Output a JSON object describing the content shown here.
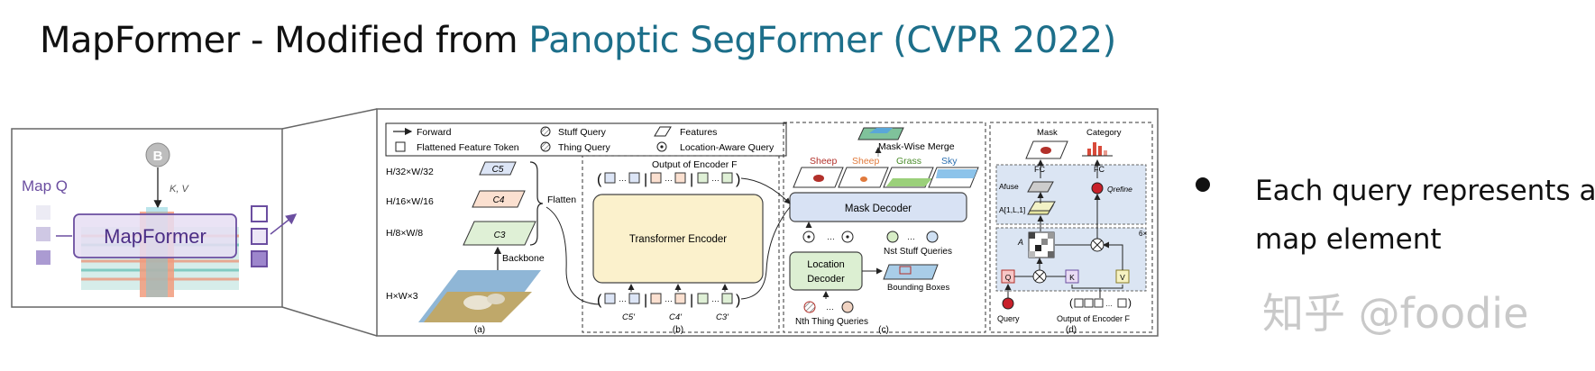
{
  "title": {
    "prefix": "MapFormer - Modified from ",
    "highlight": "Panoptic SegFormer (CVPR 2022)"
  },
  "left_panel": {
    "b_node": "B",
    "kv_label": "K, V",
    "map_q_label": "Map Q",
    "block_label": "MapFormer"
  },
  "panel_a": {
    "legend": {
      "forward": "Forward",
      "flattened": "Flattened Feature Token",
      "stuff_query": "Stuff Query",
      "thing_query": "Thing Query",
      "features": "Features",
      "location_aware": "Location-Aware Query"
    },
    "levels": [
      "H/32×W/32",
      "H/16×W/16",
      "H/8×W/8"
    ],
    "c_labels": [
      "C5",
      "C4",
      "C3"
    ],
    "input_label": "H×W×3",
    "backbone_label": "Backbone",
    "flatten_label": "Flatten",
    "caption": "(a)"
  },
  "panel_b": {
    "top_label": "Output of Encoder F",
    "encoder_label": "Transformer Encoder",
    "bottom_labels": [
      "C5'",
      "C4'",
      "C3'"
    ],
    "caption": "(b)"
  },
  "panel_c": {
    "merge_label": "Mask-Wise Merge",
    "classes": [
      "Sheep",
      "Sheep",
      "Grass",
      "Sky"
    ],
    "mask_decoder": "Mask Decoder",
    "location_decoder_1": "Location",
    "location_decoder_2": "Decoder",
    "stuff_queries": "Nst Stuff Queries",
    "thing_queries": "Nth Thing Queries",
    "bounding_boxes": "Bounding Boxes",
    "caption": "(c)"
  },
  "panel_d": {
    "mask_label": "Mask",
    "category_label": "Category",
    "fc_1": "FC",
    "fc_2": "FC",
    "a_fuse": "Afuse",
    "a_stack": "A[1,L,1]",
    "a_label": "A",
    "q_refine": "Qrefine",
    "q_box": "Q",
    "k_box": "K",
    "v_box": "V",
    "repeat": "6×",
    "query_label": "Query",
    "encoder_out": "Output of Encoder F",
    "caption": "(d)"
  },
  "bullet": "Each query represents a map element",
  "watermark": "知乎 @foodie",
  "colors": {
    "accent": "#1d6f8a",
    "purple": "#6b4ea0",
    "mask_decoder_fill": "#d8e2f4",
    "encoder_fill": "#fbf1cc",
    "location_fill": "#dcefd2"
  }
}
